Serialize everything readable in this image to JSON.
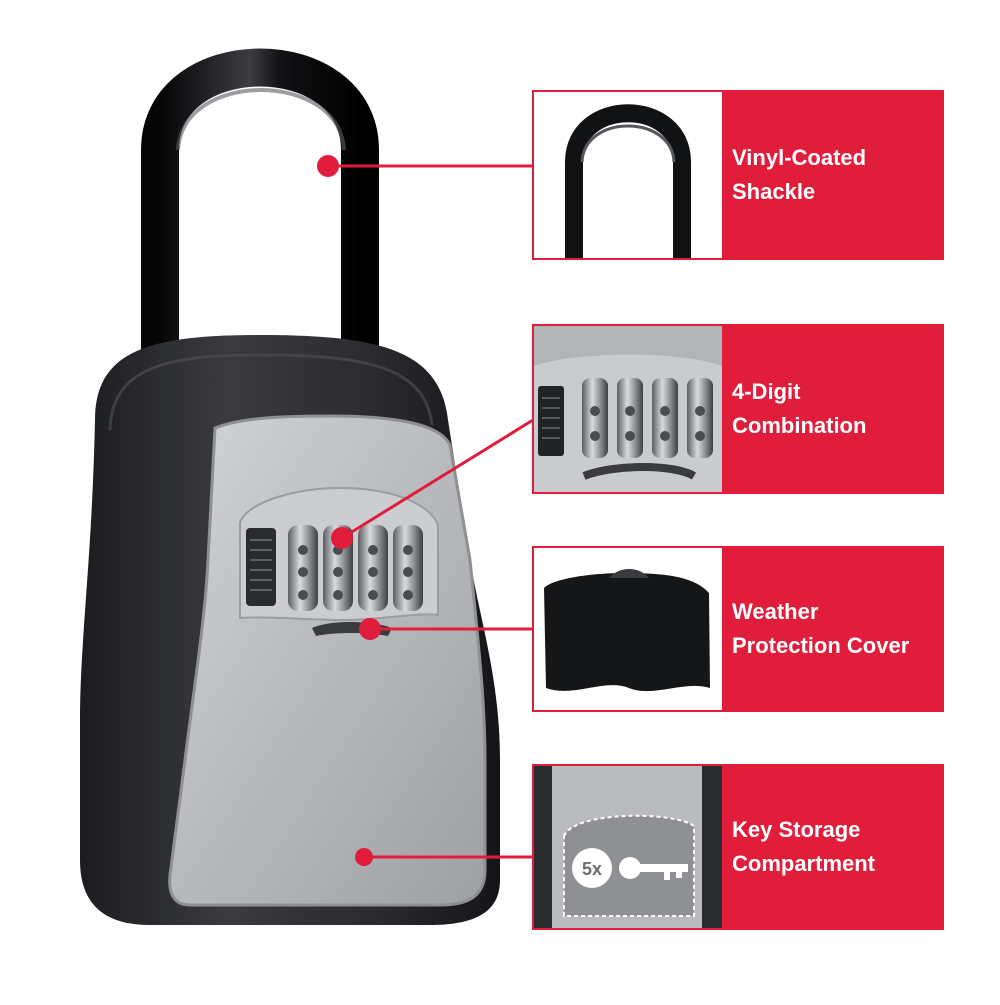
{
  "image": {
    "subject": "key storage lock box",
    "colors": {
      "accent": "#e01e3c",
      "body": "#2b2c2f",
      "cover": "#b9bbbe",
      "shackle": "#111214"
    }
  },
  "callouts": [
    {
      "id": "shackle",
      "line1": "Vinyl-Coated",
      "line2": "Shackle"
    },
    {
      "id": "dials",
      "line1": "4-Digit",
      "line2": "Combination"
    },
    {
      "id": "cover",
      "line1": "Weather",
      "line2": "Protection Cover"
    },
    {
      "id": "storage",
      "line1": "Key Storage",
      "line2": "Compartment"
    }
  ],
  "storage_badge": {
    "count": "5x",
    "icon": "key-icon"
  }
}
